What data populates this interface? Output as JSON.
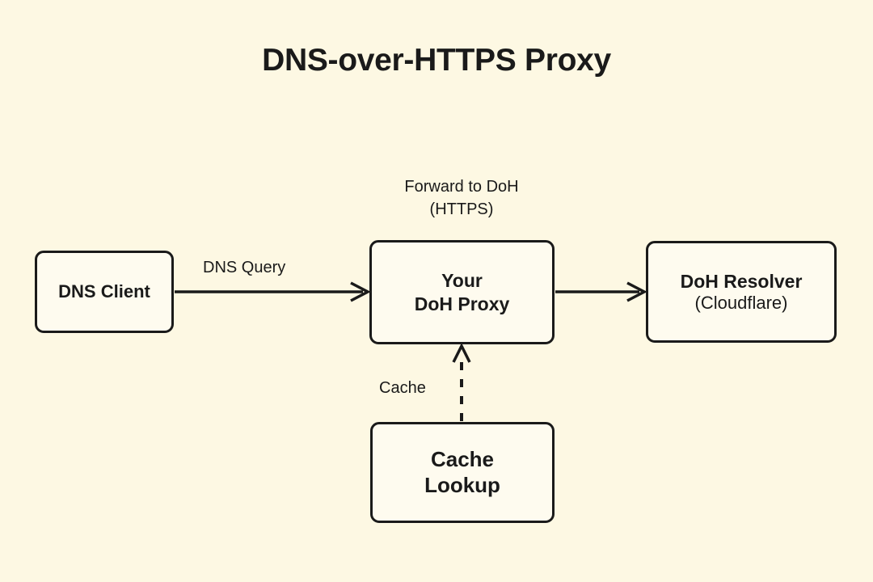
{
  "diagram": {
    "title": "DNS-over-HTTPS Proxy",
    "background_color": "#FDF8E3",
    "node_fill_color": "#FEFBEF",
    "stroke_color": "#1A1A1A",
    "nodes": [
      {
        "id": "client",
        "line1": "DNS Client",
        "line2": ""
      },
      {
        "id": "proxy",
        "line1": "Your",
        "line2": "DoH Proxy"
      },
      {
        "id": "resolver",
        "line1": "DoH Resolver",
        "line2": "(Cloudflare)"
      },
      {
        "id": "cache",
        "line1": "Cache",
        "line2": "Lookup"
      }
    ],
    "edges": [
      {
        "id": "client-to-proxy",
        "label_line1": "DNS Query",
        "label_line2": "",
        "style": "solid"
      },
      {
        "id": "proxy-to-resolver",
        "label_line1": "Forward to DoH",
        "label_line2": "(HTTPS)",
        "style": "solid"
      },
      {
        "id": "cache-to-proxy",
        "label_line1": "Cache",
        "label_line2": "",
        "style": "dashed"
      }
    ]
  }
}
